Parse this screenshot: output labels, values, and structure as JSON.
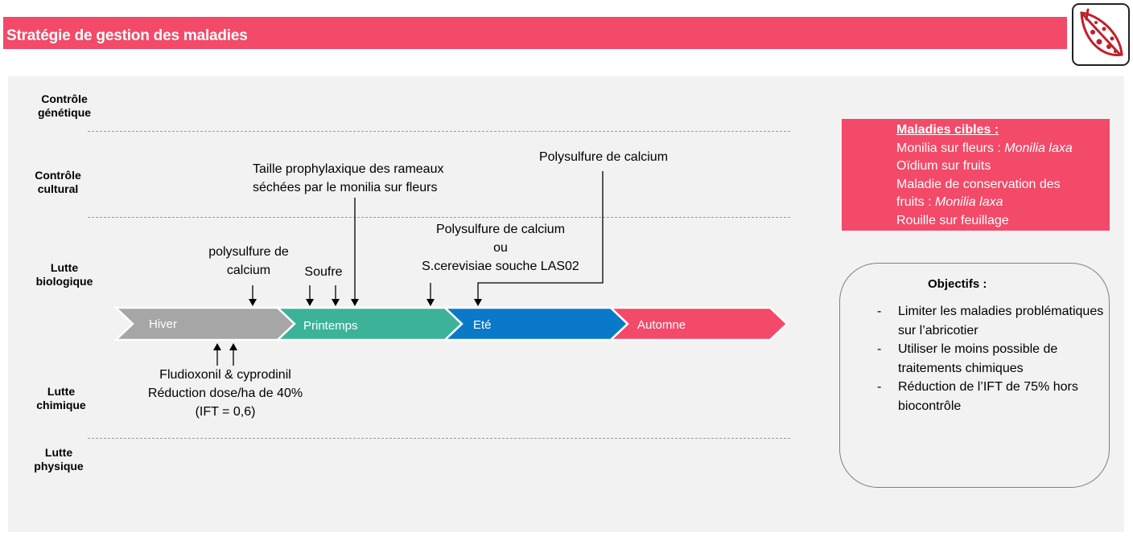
{
  "header": {
    "title": "Stratégie de gestion des maladies",
    "logo_icon": "diseased-leaf-icon"
  },
  "colors": {
    "banner": "#f24a68",
    "hiver": "#a6a6a6",
    "printemps": "#3cb398",
    "ete": "#0a7ac8",
    "automne": "#f24a68"
  },
  "rows": {
    "genetique": [
      "Contrôle",
      "génétique"
    ],
    "cultural": [
      "Contrôle",
      "cultural"
    ],
    "biologique": [
      "Lutte",
      "biologique"
    ],
    "chimique": [
      "Lutte",
      "chimique"
    ],
    "physique": [
      "Lutte",
      "physique"
    ]
  },
  "seasons": [
    "Hiver",
    "Printemps",
    "Eté",
    "Automne"
  ],
  "annotations": {
    "taille": [
      "Taille prophylaxique des rameaux",
      "séchées par le monilia sur fleurs"
    ],
    "polysulfure_ete": "Polysulfure de calcium",
    "polysulfure_hiver": [
      "polysulfure de",
      "calcium"
    ],
    "soufre": "Soufre",
    "polysulfure_ou": [
      "Polysulfure de calcium",
      "ou",
      "S.cerevisiae souche LAS02"
    ],
    "chimique": [
      "Fludioxonil & cyprodinil",
      "Réduction dose/ha de 40%",
      "(IFT = 0,6)"
    ]
  },
  "maladies": {
    "title": "Maladies cibles :",
    "line1": "Monilia sur fleurs : ",
    "line1_italic": "Monilia laxa",
    "line2": "Oïdium sur fruits",
    "line3": "Maladie de conservation des",
    "line4": "fruits : ",
    "line4_italic": "Monilia laxa",
    "line5": "Rouille sur feuillage"
  },
  "objectifs": {
    "title": "Objectifs :",
    "bullet": "-",
    "items": [
      "Limiter les maladies problématiques sur l’abricotier",
      "Utiliser le moins possible de traitements chimiques",
      "Réduction de l’IFT de 75% hors biocontrôle"
    ]
  }
}
